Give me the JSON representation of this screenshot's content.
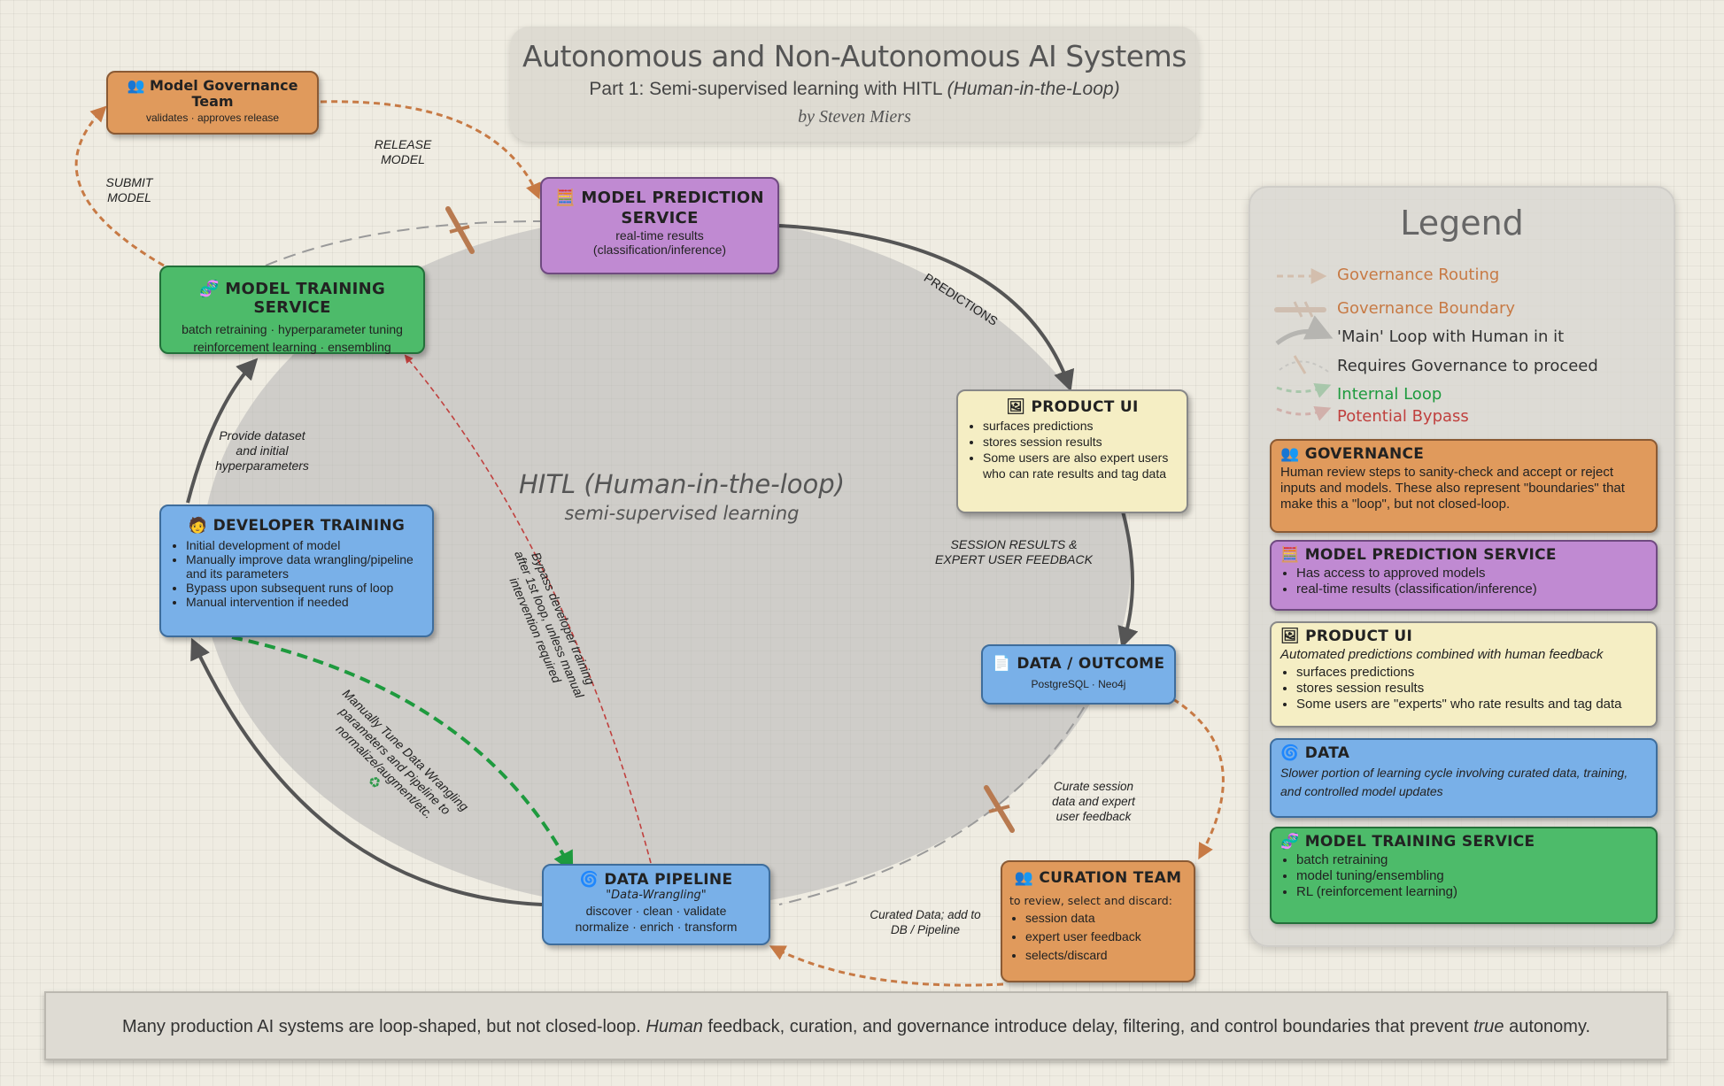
{
  "title": {
    "main": "Autonomous and Non-Autonomous AI Systems",
    "subtitle_plain": "Part 1: Semi-supervised learning with HITL ",
    "subtitle_italic": "(Human-in-the-Loop)",
    "byline": "by Steven Miers"
  },
  "center": {
    "main": "HITL (Human-in-the-loop)",
    "sub": "semi-supervised learning"
  },
  "nodes": {
    "governance_team": {
      "icon": "👥",
      "title": "Model Governance Team",
      "detail": "validates · approves release"
    },
    "prediction_service": {
      "icon": "🧮",
      "title": "MODEL PREDICTION SERVICE",
      "detail1": "real-time results",
      "detail2": "(classification/inference)"
    },
    "training_service": {
      "icon": "🧬",
      "title": "MODEL TRAINING SERVICE",
      "detail1": "batch retraining · hyperparameter tuning",
      "detail2": "reinforcement learning · ensembling"
    },
    "product_ui": {
      "icon": "🖼",
      "title": "PRODUCT UI",
      "items": [
        "surfaces predictions",
        "stores session results",
        "Some users are also expert users who can rate results and tag data"
      ]
    },
    "developer_training": {
      "icon": "🧑",
      "title": "DEVELOPER TRAINING",
      "items": [
        "Initial development of model",
        "Manually improve data wrangling/pipeline and its parameters",
        "Bypass upon subsequent runs of loop",
        "Manual intervention if needed"
      ]
    },
    "data_outcome": {
      "icon": "📄",
      "title": "DATA / OUTCOME",
      "detail": "PostgreSQL · Neo4j"
    },
    "data_pipeline": {
      "icon": "🌀",
      "title": "DATA PIPELINE",
      "tagline": "\"Data-Wrangling\"",
      "detail1": "discover · clean · validate",
      "detail2": "normalize · enrich · transform"
    },
    "curation_team": {
      "icon": "👥",
      "title": "CURATION TEAM",
      "intro": "to review, select and discard:",
      "items": [
        "session data",
        "expert user feedback",
        "selects/discard"
      ]
    }
  },
  "edge_labels": {
    "release_model": [
      "RELEASE",
      "MODEL"
    ],
    "submit_model": [
      "SUBMIT",
      "MODEL"
    ],
    "predictions": "PREDICTIONS",
    "session_results": [
      "SESSION RESULTS  &",
      "EXPERT USER FEEDBACK"
    ],
    "provide_dataset": [
      "Provide dataset",
      "and initial",
      "hyperparameters"
    ],
    "bypass": [
      "Bypass developer training",
      "after 1st loop, unless manual",
      "intervention required"
    ],
    "manual_tune": [
      "Manually Tune Data Wrangling",
      "parameters and Pipeline to",
      "normalize/augment/etc."
    ],
    "manual_tune_icon": "♻",
    "curate": [
      "Curate session",
      "data and expert",
      "user feedback"
    ],
    "curated_data": [
      "Curated Data; add to",
      "DB / Pipeline"
    ]
  },
  "legend": {
    "title": "Legend",
    "rows": [
      {
        "label": "Governance Routing",
        "color": "#c77a45"
      },
      {
        "label": "Governance Boundary",
        "color": "#c77a45"
      },
      {
        "label": "'Main' Loop with Human in it",
        "color": "#333333"
      },
      {
        "label": "Requires Governance to proceed",
        "color": "#333333"
      },
      {
        "label": "Internal Loop",
        "color": "#1e9a3e"
      },
      {
        "label": "Potential Bypass",
        "color": "#c0403e"
      }
    ],
    "cards": {
      "governance": {
        "icon": "👥",
        "title": "GOVERNANCE",
        "text": "Human review steps to sanity-check and accept or reject inputs and models.  These also represent \"boundaries\" that make this a \"loop\", but not closed-loop."
      },
      "prediction": {
        "icon": "🧮",
        "title": "MODEL PREDICTION SERVICE",
        "items": [
          "Has access to approved models",
          "real-time results (classification/inference)"
        ]
      },
      "product": {
        "icon": "🖼",
        "title": "PRODUCT UI",
        "intro": "Automated predictions combined with human feedback",
        "items": [
          "surfaces predictions",
          "stores session results",
          "Some users are \"experts\" who rate results and tag data"
        ]
      },
      "data": {
        "icon": "🌀",
        "title": "DATA",
        "text": "Slower portion of learning cycle involving curated data, training, and controlled model updates"
      },
      "training": {
        "icon": "🧬",
        "title": "MODEL TRAINING SERVICE",
        "items": [
          "batch retraining",
          "model tuning/ensembling",
          "RL (reinforcement learning)"
        ]
      }
    }
  },
  "footer": {
    "p1": "Many production AI systems are loop-shaped, but not closed-loop.  ",
    "em1": "Human",
    "p2": " feedback, curation, and governance introduce delay, filtering, and control boundaries that prevent ",
    "em2": "true",
    "p3": " autonomy."
  },
  "colors": {
    "governance": "#e09a5c",
    "prediction": "#c08ad2",
    "training": "#4dbb6a",
    "product": "#f5eec4",
    "data": "#79b0e8",
    "main_loop": "#555555",
    "governance_route": "#c77a45",
    "internal_loop": "#1e9a3e",
    "bypass": "#c0403e"
  }
}
